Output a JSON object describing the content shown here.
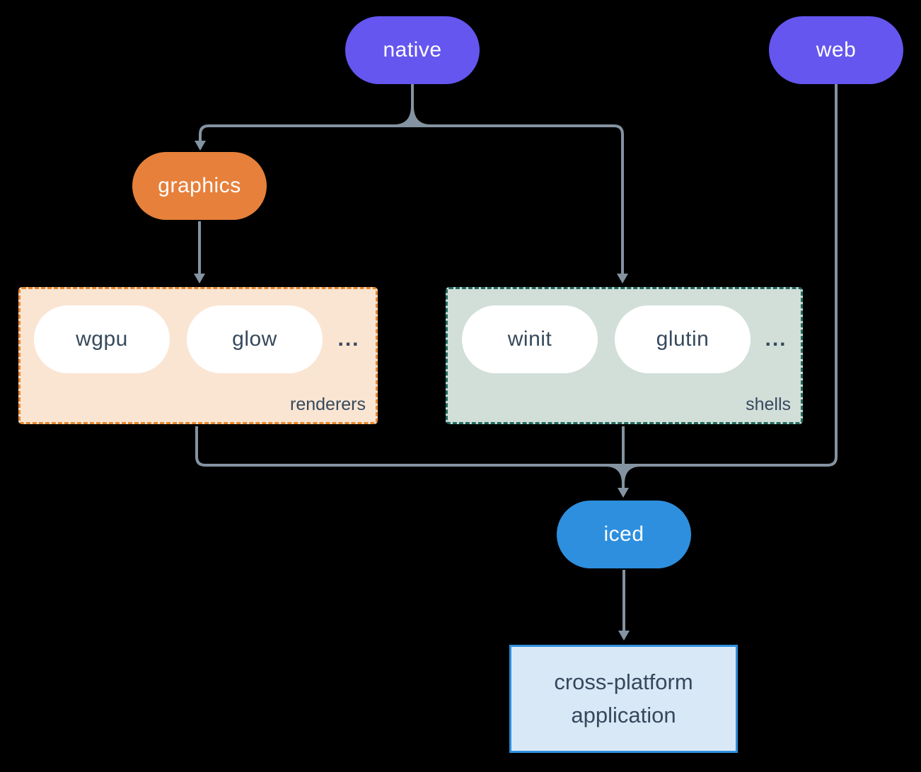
{
  "diagram": {
    "nodes": {
      "native": {
        "label": "native"
      },
      "web": {
        "label": "web"
      },
      "graphics": {
        "label": "graphics"
      },
      "iced": {
        "label": "iced"
      },
      "application": {
        "label": "cross-platform application"
      }
    },
    "groups": {
      "renderers": {
        "label": "renderers",
        "items": [
          {
            "label": "wgpu"
          },
          {
            "label": "glow"
          }
        ],
        "more": "..."
      },
      "shells": {
        "label": "shells",
        "items": [
          {
            "label": "winit"
          },
          {
            "label": "glutin"
          }
        ],
        "more": "..."
      }
    },
    "edges": [
      {
        "from": "native",
        "to": "graphics"
      },
      {
        "from": "native",
        "to": "shells"
      },
      {
        "from": "graphics",
        "to": "renderers"
      },
      {
        "from": "renderers",
        "to": "iced"
      },
      {
        "from": "shells",
        "to": "iced"
      },
      {
        "from": "web",
        "to": "iced"
      },
      {
        "from": "iced",
        "to": "application"
      }
    ],
    "colors": {
      "background": "#000000",
      "platform_pill": "#6456ef",
      "graphics_pill": "#e6803a",
      "iced_pill": "#2e8fde",
      "renderers_bg": "#fae5d3",
      "renderers_border": "#e8872d",
      "shells_bg": "#d2dfd9",
      "shells_border": "#226b5e",
      "app_bg": "#d9e8f7",
      "app_border": "#2e8fde",
      "text_on_color": "#ffffff",
      "text_dark": "#36495c",
      "connector": "#8493a1"
    }
  }
}
